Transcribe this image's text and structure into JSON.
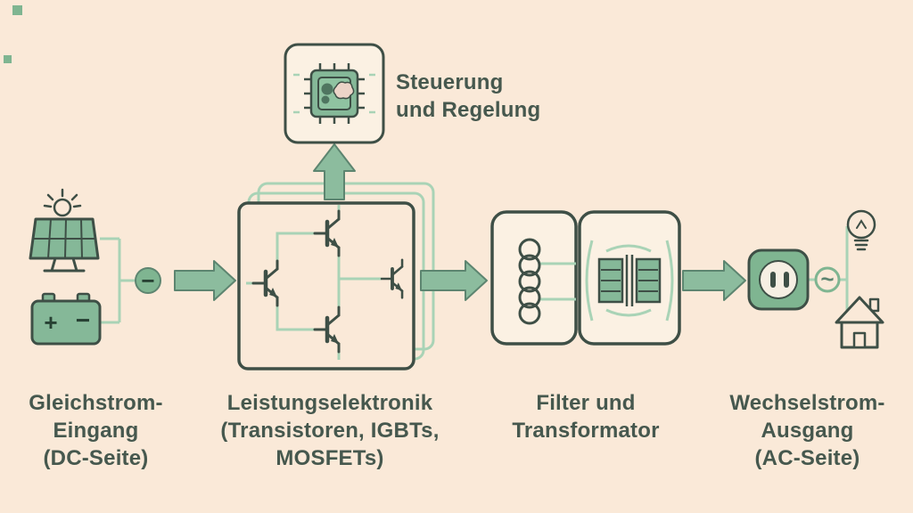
{
  "diagram_title_implied": "Inverter block diagram",
  "labels": {
    "control": {
      "line1": "Steuerung",
      "line2": "und Regelung"
    },
    "dc_input": {
      "line1": "Gleichstrom-",
      "line2": "Eingang",
      "line3": "(DC-Seite)"
    },
    "power_electronics": {
      "line1": "Leistungselektronik",
      "line2": "(Transistoren, IGBTs,",
      "line3": "MOSFETs)"
    },
    "filter": {
      "line1": "Filter und",
      "line2": "Transformator"
    },
    "ac_output": {
      "line1": "Wechselstrom-",
      "line2": "Ausgang",
      "line3": "(AC-Seite)"
    }
  },
  "symbols": {
    "battery_plus": "+",
    "battery_minus": "−",
    "dc_sign": "−",
    "ac_wave": "~"
  },
  "colors": {
    "background": "#fae9d8",
    "outline": "#3e4f46",
    "green_fill": "#85b898",
    "green_badge": "#7fb591",
    "green_light_wire": "#a9d3b6",
    "arrow_fill": "#8cbc9e",
    "arrow_stroke": "#5d8570",
    "box_fill": "#fbf1e3",
    "text": "#46584e"
  },
  "icons": {
    "dc_side": [
      "sun-icon",
      "solar-panel-icon",
      "battery-icon",
      "dc-minus-badge"
    ],
    "control_unit": [
      "chip-icon",
      "gear-icon",
      "brain-icon"
    ],
    "power_stage": [
      "transistor-icon"
    ],
    "filter_stage": [
      "inductor-coil-icon",
      "transformer-icon"
    ],
    "ac_side": [
      "power-socket-icon",
      "ac-wave-badge",
      "lightbulb-icon",
      "house-icon"
    ]
  }
}
